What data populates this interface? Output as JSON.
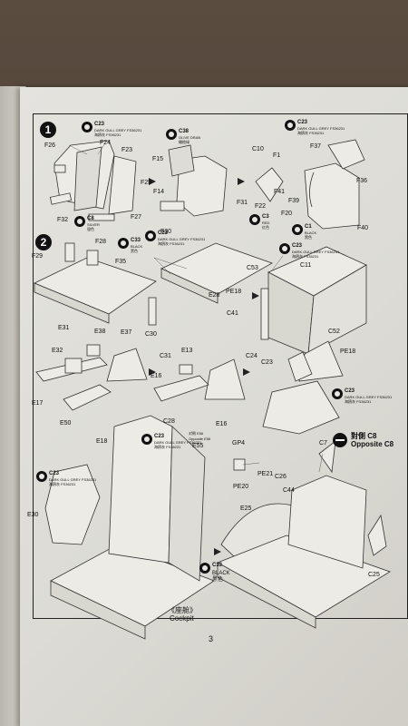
{
  "page_number": "3",
  "section": {
    "title_cn": "《座舱》",
    "title_en": "Cockpit"
  },
  "steps": [
    "1",
    "2"
  ],
  "paints": {
    "s1a": {
      "code": "C23",
      "name": "DARK GULL GREY FS36231",
      "name_cn": "海鸥灰 FS36231"
    },
    "s1b": {
      "code": "C38",
      "name": "OLIVE DRAB",
      "name_cn": "橄榄绿"
    },
    "s1c": {
      "code": "C23",
      "name": "DARK GULL GREY FS36231",
      "name_cn": "海鸥灰 FS36231"
    },
    "s1d": {
      "code": "C3",
      "name": "RED",
      "name_cn": "红色"
    },
    "s2a": {
      "code": "C8",
      "name": "SILVER",
      "name_cn": "银色"
    },
    "s2b": {
      "code": "C33",
      "name": "BLACK",
      "name_cn": "黑色"
    },
    "s2c": {
      "code": "C1",
      "name": "BLACK",
      "name_cn": "黑色"
    },
    "s2d": {
      "code": "C23",
      "name": "DARK GULL GREY FS36231",
      "name_cn": "海鸥灰 FS36231"
    },
    "s2e": {
      "code": "C23",
      "name": "DARK GULL GREY FS36231",
      "name_cn": "海鸥灰 FS36231"
    },
    "s2f": {
      "code": "C23",
      "name": "DARK GULL GREY FS36231",
      "name_cn": "海鸥灰 FS36231"
    },
    "s2g": {
      "code": "C23",
      "name": "DARK GULL GREY FS36231",
      "name_cn": "海鸥灰 FS36231"
    },
    "s2h": {
      "code": "C23",
      "name": "DARK GULL GREY FS36231",
      "name_cn": "海鸥灰 FS36231"
    },
    "s2i": {
      "code": "C33",
      "name": "BLACK",
      "name_cn": "黑色"
    }
  },
  "e56_note": {
    "cn": "对侧 E56",
    "en": "Opposite E56"
  },
  "opposite_note": {
    "cn": "對側 C8",
    "en": "Opposite C8"
  },
  "parts": {
    "F26": "F26",
    "F24": "F24",
    "F23": "F23",
    "F25": "F25",
    "F14": "F14",
    "F27": "F27",
    "F32": "F32",
    "F15": "F15",
    "F30": "F30",
    "C10": "C10",
    "F1": "F1",
    "F37": "F37",
    "F36": "F36",
    "F41": "F41",
    "F31": "F31",
    "F22": "F22",
    "F39": "F39",
    "F20": "F20",
    "F40": "F40",
    "F28": "F28",
    "F29": "F29",
    "F35": "F35",
    "E28": "E28",
    "PE18a": "PE18",
    "C53": "C53",
    "C11": "C11",
    "C41": "C41",
    "C30": "C30",
    "C31": "C31",
    "E31": "E31",
    "E38": "E38",
    "E37": "E37",
    "C52": "C52",
    "C24": "C24",
    "C23": "C23",
    "PE18b": "PE18",
    "E32": "E32",
    "E13": "E13",
    "E16a": "E16",
    "E17": "E17",
    "E50": "E50",
    "C28": "C28",
    "E16b": "E16",
    "E18": "E18",
    "E55": "E55",
    "GP4": "GP4",
    "C7": "C7",
    "PE21": "PE21",
    "C26": "C26",
    "PE20": "PE20",
    "C44": "C44",
    "E30": "E30",
    "E25": "E25",
    "C25": "C25"
  }
}
